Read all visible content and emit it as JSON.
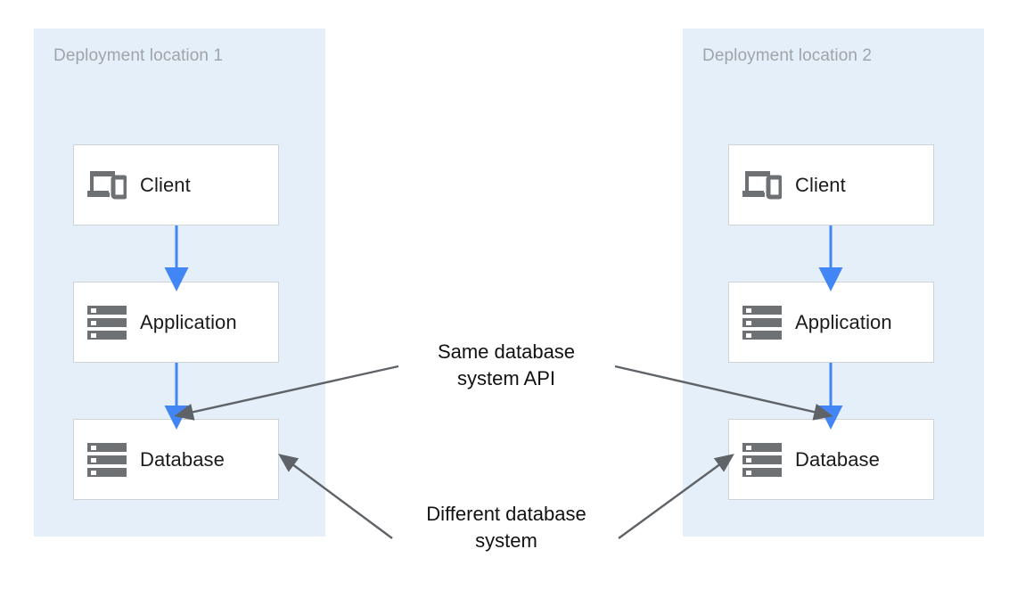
{
  "diagram": {
    "title_hidden": "",
    "background_color": "#ffffff",
    "zone_color": "#e5eff9",
    "arrow_color_flow": "#4285f4",
    "arrow_color_annotation": "#5f6368",
    "node_border_color": "#d0d3d6",
    "node_fill_color": "#ffffff",
    "zone_title_color": "#a0a4a8",
    "label_color": "#1b1b1b"
  },
  "zones": [
    {
      "id": "zone-1",
      "title": "Deployment location 1",
      "nodes": [
        {
          "id": "client-1",
          "label": "Client",
          "icon": "devices-icon"
        },
        {
          "id": "application-1",
          "label": "Application",
          "icon": "server-icon"
        },
        {
          "id": "database-1",
          "label": "Database",
          "icon": "server-icon"
        }
      ]
    },
    {
      "id": "zone-2",
      "title": "Deployment location 2",
      "nodes": [
        {
          "id": "client-2",
          "label": "Client",
          "icon": "devices-icon"
        },
        {
          "id": "application-2",
          "label": "Application",
          "icon": "server-icon"
        },
        {
          "id": "database-2",
          "label": "Database",
          "icon": "server-icon"
        }
      ]
    }
  ],
  "annotations": [
    {
      "id": "same-api",
      "text": "Same database\nsystem API",
      "targets": [
        "database-1",
        "database-2"
      ]
    },
    {
      "id": "different-system",
      "text": "Different database\nsystem",
      "targets": [
        "database-1",
        "database-2"
      ]
    }
  ],
  "flows": [
    {
      "from": "client-1",
      "to": "application-1"
    },
    {
      "from": "application-1",
      "to": "database-1"
    },
    {
      "from": "client-2",
      "to": "application-2"
    },
    {
      "from": "application-2",
      "to": "database-2"
    }
  ]
}
